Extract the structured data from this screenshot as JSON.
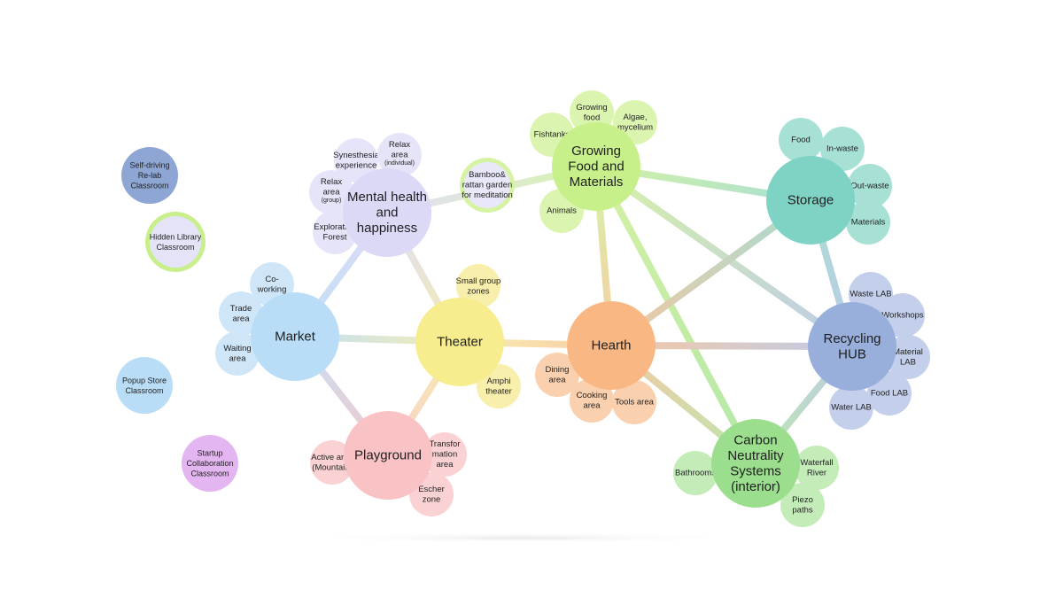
{
  "diagram": {
    "hubs": [
      {
        "id": "market",
        "label": [
          "Market"
        ],
        "color": "#b9ddf7"
      },
      {
        "id": "mental",
        "label": [
          "Mental health",
          "and",
          "happiness"
        ],
        "color": "#dcd9f7"
      },
      {
        "id": "theater",
        "label": [
          "Theater"
        ],
        "color": "#f7ec8e"
      },
      {
        "id": "playground",
        "label": [
          "Playground"
        ],
        "color": "#f9c2c5"
      },
      {
        "id": "growing",
        "label": [
          "Growing",
          "Food and",
          "Materials"
        ],
        "color": "#c8f08a"
      },
      {
        "id": "hearth",
        "label": [
          "Hearth"
        ],
        "color": "#f9b883"
      },
      {
        "id": "storage",
        "label": [
          "Storage"
        ],
        "color": "#7fd3c4"
      },
      {
        "id": "recycling",
        "label": [
          "Recycling",
          "HUB"
        ],
        "color": "#98aedb"
      },
      {
        "id": "carbon",
        "label": [
          "Carbon",
          "Neutrality",
          "Systems",
          "(interior)"
        ],
        "color": "#9bde8e"
      }
    ],
    "satellites": [
      {
        "id": "coworking",
        "label": [
          "Co-",
          "working"
        ],
        "color": "#cfe6f9"
      },
      {
        "id": "trade",
        "label": [
          "Trade",
          "area"
        ],
        "color": "#cfe6f9"
      },
      {
        "id": "waiting",
        "label": [
          "Waiting",
          "area"
        ],
        "color": "#cfe6f9"
      },
      {
        "id": "synesthesia",
        "label": [
          "Synesthesia",
          "experience"
        ],
        "color": "#e6e4f9"
      },
      {
        "id": "relax-ind",
        "label": [
          "Relax",
          "area"
        ],
        "sub": "(individual)",
        "color": "#e6e4f9"
      },
      {
        "id": "relax-group",
        "label": [
          "Relax",
          "area"
        ],
        "sub": "(group)",
        "color": "#e6e4f9"
      },
      {
        "id": "exploration",
        "label": [
          "Exploration",
          "Forest"
        ],
        "color": "#e6e4f9"
      },
      {
        "id": "bamboo",
        "label": [
          "Bamboo&",
          "rattan garden",
          "for meditation"
        ],
        "color": "#e9e7fa",
        "ring": "#d5f3a3"
      },
      {
        "id": "smallgroup",
        "label": [
          "Small group",
          "zones"
        ],
        "color": "#f8efac"
      },
      {
        "id": "amphi",
        "label": [
          "Amphi",
          "theater"
        ],
        "color": "#f8efac"
      },
      {
        "id": "active",
        "label": [
          "Active area",
          "(Mountain)"
        ],
        "color": "#fbd2d3"
      },
      {
        "id": "transformation",
        "label": [
          "Transfor",
          "mation",
          "area"
        ],
        "color": "#fbd2d3"
      },
      {
        "id": "escher",
        "label": [
          "Escher",
          "zone"
        ],
        "color": "#fbd2d3"
      },
      {
        "id": "fishtanks",
        "label": [
          "Fishtanks"
        ],
        "color": "#dbf5b0"
      },
      {
        "id": "growingfood",
        "label": [
          "Growing",
          "food"
        ],
        "color": "#dbf5b0"
      },
      {
        "id": "algae",
        "label": [
          "Algae,",
          "mycelium"
        ],
        "color": "#dbf5b0"
      },
      {
        "id": "animals",
        "label": [
          "Animals"
        ],
        "color": "#dbf5b0"
      },
      {
        "id": "dining",
        "label": [
          "Dining",
          "area"
        ],
        "color": "#fbd0ae"
      },
      {
        "id": "cooking",
        "label": [
          "Cooking",
          "area"
        ],
        "color": "#fbd0ae"
      },
      {
        "id": "tools",
        "label": [
          "Tools area"
        ],
        "color": "#fbd0ae"
      },
      {
        "id": "food",
        "label": [
          "Food"
        ],
        "color": "#a7e0d5"
      },
      {
        "id": "inwaste",
        "label": [
          "In-waste"
        ],
        "color": "#a7e0d5"
      },
      {
        "id": "outwaste",
        "label": [
          "Out-waste"
        ],
        "color": "#a7e0d5"
      },
      {
        "id": "materials",
        "label": [
          "Materials"
        ],
        "color": "#a7e0d5"
      },
      {
        "id": "wastelab",
        "label": [
          "Waste LAB"
        ],
        "color": "#c3cfeb"
      },
      {
        "id": "workshops",
        "label": [
          "Workshops"
        ],
        "color": "#c3cfeb"
      },
      {
        "id": "materiallab",
        "label": [
          "Material",
          "LAB"
        ],
        "color": "#c3cfeb"
      },
      {
        "id": "foodlab",
        "label": [
          "Food LAB"
        ],
        "color": "#c3cfeb"
      },
      {
        "id": "waterlab",
        "label": [
          "Water LAB"
        ],
        "color": "#c3cfeb"
      },
      {
        "id": "bathrooms",
        "label": [
          "Bathrooms"
        ],
        "color": "#c3ecb9"
      },
      {
        "id": "waterfall",
        "label": [
          "Waterfall",
          "River"
        ],
        "color": "#c3ecb9"
      },
      {
        "id": "piezo",
        "label": [
          "Piezo",
          "paths"
        ],
        "color": "#c3ecb9"
      }
    ],
    "standalone": [
      {
        "id": "selfdriving",
        "label": [
          "Self-driving",
          "Re-lab",
          "Classroom"
        ],
        "color": "#8ea6d4"
      },
      {
        "id": "library",
        "label": [
          "Hidden Library",
          "Classroom"
        ],
        "color": "#e4e3f8",
        "ring": "#c9ef8c"
      },
      {
        "id": "popup",
        "label": [
          "Popup Store",
          "Classroom"
        ],
        "color": "#b9ddf7"
      },
      {
        "id": "startup",
        "label": [
          "Startup",
          "Collaboration",
          "Classroom"
        ],
        "color": "#e3b6f1"
      }
    ],
    "links": [
      {
        "from": "market",
        "to": "theater",
        "c1": "#c2e0f6",
        "c2": "#f5ecb4"
      },
      {
        "from": "market",
        "to": "mental",
        "c1": "#c2e0f6",
        "c2": "#dcdaf6"
      },
      {
        "from": "market",
        "to": "playground",
        "c1": "#c7dff4",
        "c2": "#f2c9cb"
      },
      {
        "from": "mental",
        "to": "theater",
        "c1": "#dedcf5",
        "c2": "#f5ecb0"
      },
      {
        "from": "theater",
        "to": "playground",
        "c1": "#f6ecb0",
        "c2": "#f8cfc9"
      },
      {
        "from": "theater",
        "to": "hearth",
        "c1": "#f6ecb0",
        "c2": "#f9cfa6"
      },
      {
        "from": "mental",
        "to": "growing",
        "c1": "#e2dff6",
        "c2": "#d8f3ae"
      },
      {
        "from": "growing",
        "to": "hearth",
        "c1": "#d6f2a8",
        "c2": "#f7cda4"
      },
      {
        "from": "growing",
        "to": "storage",
        "c1": "#d4f1a4",
        "c2": "#a8e0d4"
      },
      {
        "from": "growing",
        "to": "recycling",
        "c1": "#d6f2a8",
        "c2": "#bccbe8"
      },
      {
        "from": "growing",
        "to": "carbon",
        "c1": "#d4f1a4",
        "c2": "#b4e8a8"
      },
      {
        "from": "hearth",
        "to": "storage",
        "c1": "#f1c7a2",
        "c2": "#a8dcd0"
      },
      {
        "from": "hearth",
        "to": "recycling",
        "c1": "#f4c8a5",
        "c2": "#bfcbe8"
      },
      {
        "from": "hearth",
        "to": "carbon",
        "c1": "#f2c9a3",
        "c2": "#bde7ae"
      },
      {
        "from": "storage",
        "to": "recycling",
        "c1": "#a9ddd2",
        "c2": "#bccbe8"
      },
      {
        "from": "recycling",
        "to": "carbon",
        "c1": "#bccbe8",
        "c2": "#bde7ae"
      }
    ]
  }
}
